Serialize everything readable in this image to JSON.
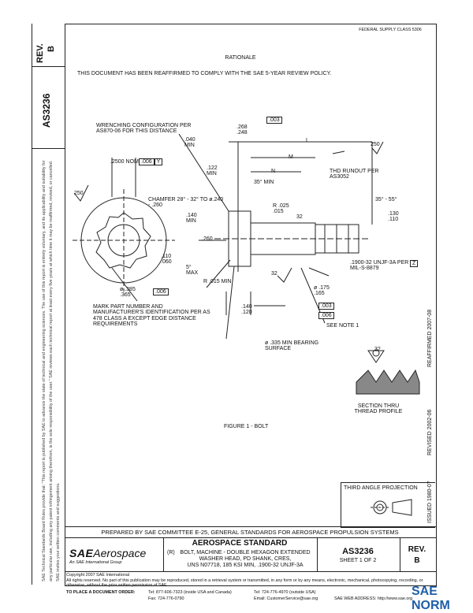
{
  "side": {
    "rev_label": "REV.",
    "rev_value": "B",
    "doc_number": "AS3236",
    "legal_text": "SAE Technical Standards Board Rules provide that: \"This report is published by SAE to advance the state of technical and engineering sciences. The use of this report is entirely voluntary, and its applicability and suitability for any particular use, including any patent infringement arising therefrom, is the sole responsibility of the user.\" SAE reviews each technical report at least every five years at which time it may be reaffirmed, revised, or cancelled. SAE invites your written comments and suggestions."
  },
  "header": {
    "federal_supply_class": "FEDERAL SUPPLY CLASS 5306",
    "rationale": "RATIONALE",
    "reaffirmed": "THIS DOCUMENT HAS BEEN REAFFIRMED TO COMPLY WITH THE SAE 5-YEAR REVIEW POLICY."
  },
  "drawing": {
    "wrenching": "WRENCHING CONFIGURATION PER AS870-06 FOR THIS DISTANCE",
    "dim_2500": ".2500 NOM",
    "tol_006_y": ".006",
    "datum_y": "Y",
    "dim_268": ".268 .248",
    "tol_003_y": ".003",
    "dim_040": ".040 MIN",
    "dim_122": ".122 MIN",
    "label_L": "L",
    "label_M": "M",
    "label_N": "N",
    "thd_runout": "THD RUNOUT PER AS3052",
    "angle_35min": "35° MIN",
    "chamfer": "CHAMFER 28° - 32° TO ø.240 - .260",
    "dim_140min": ".140 MIN",
    "dim_260": ".260",
    "dim_110_060": ".110 .060",
    "dim_5max": "5° MAX",
    "r_025": "R .025 .015",
    "dim_32_a": "32",
    "angle_35_55": "35° - 55°",
    "dim_130": ".130 .110",
    "thread": ".1900-32 UNJF-3A PER MIL-S-8879",
    "datum_z": "Z",
    "dim_32_b": "32",
    "r_015": "R .015 MIN",
    "dim_385": "ø .385 .365",
    "tol_006_y2": ".006",
    "mark_part": "MARK PART NUMBER AND MANUFACTURER'S IDENTIFICATION PER AS 478 CLASS A EXCEPT EDGE DISTANCE REQUIREMENTS",
    "dim_175": "ø .175 .165",
    "tol_003_z": ".003",
    "tol_006_z": ".006",
    "see_note": "SEE NOTE 1",
    "dim_140_120": ".140 .120",
    "bearing": "ø .335 MIN BEARING SURFACE",
    "dim_250_a": "250",
    "dim_250_b": "250",
    "section_label": "SECTION THRU THREAD PROFILE",
    "section_32": "32",
    "figure_caption": "FIGURE 1 - BOLT",
    "thread_angle": "THIRD ANGLE PROJECTION"
  },
  "right_margin": {
    "reaffirmed": "REAFFIRMED 2007-08",
    "revised": "REVISED 2002-06",
    "issued": "ISSUED 1980-07"
  },
  "title_block": {
    "prepared_by": "PREPARED BY SAE COMMITTEE E-25, GENERAL STANDARDS FOR AEROSPACE PROPULSION SYSTEMS",
    "sae_logo": "SAE",
    "aerospace_logo": "Aerospace",
    "logo_tagline": "An SAE International Group",
    "standard_type": "AEROSPACE STANDARD",
    "r_mark": "(R)",
    "title_line1": "BOLT, MACHINE - DOUBLE HEXAGON EXTENDED",
    "title_line2": "WASHER HEAD, PD SHANK, CRES,",
    "title_line3": "UNS N07718, 185 KSI MIN, .1900-32 UNJF-3A",
    "doc_number": "AS3236",
    "sheet": "SHEET 1 OF 2",
    "rev_label": "REV.",
    "rev_value": "B"
  },
  "footer": {
    "copyright": "Copyright 2007 SAE International",
    "rights": "All rights reserved. No part of this publication may be reproduced, stored in a retrieval system or transmitted, in any form or by any means, electronic, mechanical, photocopying, recording, or otherwise, without the prior written permission of SAE.",
    "order_label": "TO PLACE A DOCUMENT ORDER:",
    "tel_us": "Tel: 877-606-7323 (inside USA and Canada)",
    "tel_intl": "Tel: 724-776-4970 (outside USA)",
    "fax": "Fax: 724-776-0790",
    "email": "Email: CustomerService@sae.org",
    "web": "SAE WEB ADDRESS: http://www.sae.org",
    "watermark": "SAE NORM"
  }
}
